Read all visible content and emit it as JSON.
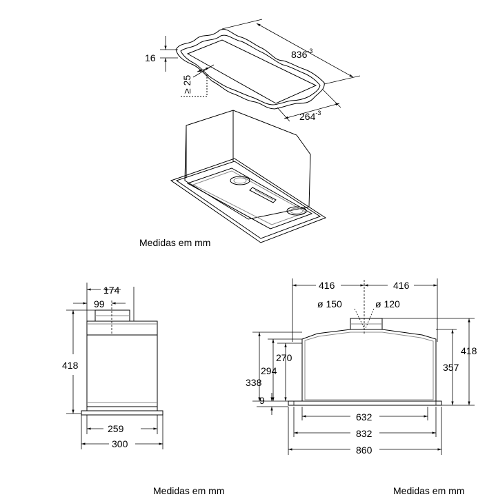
{
  "top_view": {
    "dim_thickness": "16",
    "dim_length": "836",
    "dim_length_tol": "-3",
    "dim_width": "264",
    "dim_width_tol": "-3",
    "dim_clearance": "≥ 25",
    "caption": "Medidas em mm"
  },
  "side_view": {
    "dim_top_width": "174",
    "dim_duct": "99",
    "dim_height": "418",
    "dim_base_inner": "259",
    "dim_base_outer": "300",
    "caption": "Medidas em mm"
  },
  "front_view": {
    "dim_left_half": "416",
    "dim_right_half": "416",
    "dim_dia_150": "ø 150",
    "dim_dia_120": "ø 120",
    "dim_270": "270",
    "dim_294": "294",
    "dim_338": "338",
    "dim_9": "9",
    "dim_418": "418",
    "dim_357": "357",
    "dim_632": "632",
    "dim_832": "832",
    "dim_860": "860",
    "caption": "Medidas em mm"
  }
}
